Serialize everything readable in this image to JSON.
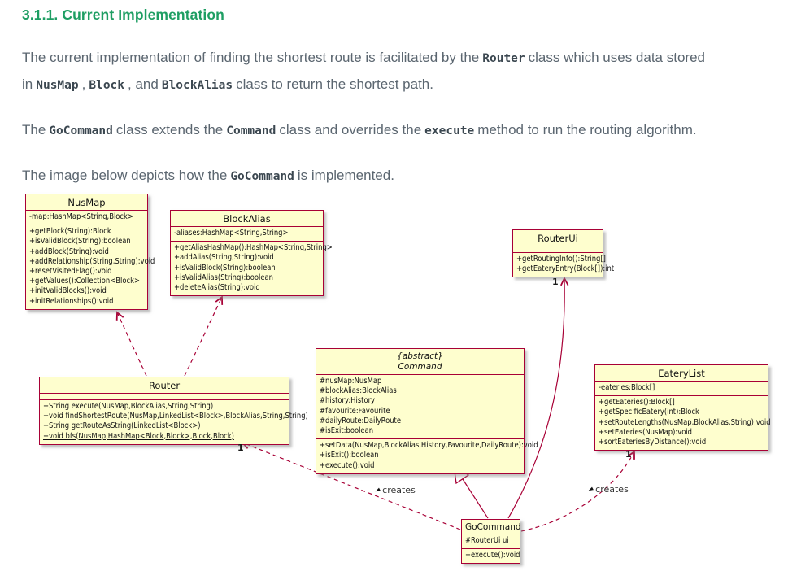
{
  "doc": {
    "heading": "3.1.1. Current Implementation",
    "p1": [
      "The current implementation of finding the shortest route is facilitated by the",
      "Router",
      "class which uses data stored in",
      "NusMap",
      ",",
      "Block",
      ", and",
      "BlockAlias",
      "class to return the shortest path."
    ],
    "p2": [
      "The",
      "GoCommand",
      "class extends the",
      "Command",
      "class and overrides the",
      "execute",
      "method to run the routing algorithm."
    ],
    "p3": [
      "The image below depicts how the",
      "GoCommand",
      "is implemented."
    ]
  },
  "colors": {
    "heading_green": "#1e9e63",
    "box_fill": "#FEFECE",
    "box_border": "#A80036",
    "body_text": "#5b6670"
  },
  "diagram": {
    "classes": [
      {
        "name": "NusMap",
        "attrs": [
          "-map:HashMap<String,Block>"
        ],
        "methods": [
          "+getBlock(String):Block",
          "+isValidBlock(String):boolean",
          "+addBlock(String):void",
          "+addRelationship(String,String):void",
          "+resetVisitedFlag():void",
          "+getValues():Collection<Block>",
          "+initValidBlocks():void",
          "+initRelationships():void"
        ]
      },
      {
        "name": "BlockAlias",
        "attrs": [
          "-aliases:HashMap<String,String>"
        ],
        "methods": [
          "+getAliasHashMap():HashMap<String,String>",
          "+addAlias(String,String):void",
          "+isValidBlock(String):boolean",
          "+isValidAlias(String):boolean",
          "+deleteAlias(String):void"
        ]
      },
      {
        "name": "RouterUi",
        "attrs": [],
        "methods": [
          "+getRoutingInfo():String[]",
          "+getEateryEntry(Block[]):int"
        ]
      },
      {
        "name": "Router",
        "attrs": [],
        "methods": [
          "+String execute(NusMap,BlockAlias,String,String)",
          "+void findShortestRoute(NusMap,LinkedList<Block>,BlockAlias,String,String)",
          "+String getRouteAsString(LinkedList<Block>)",
          "+void bfs(NusMap,HashMap<Block,Block>,Block,Block)"
        ]
      },
      {
        "stereotype": "{abstract}",
        "name": "Command",
        "attrs": [
          "#nusMap:NusMap",
          "#blockAlias:BlockAlias",
          "#history:History",
          "#favourite:Favourite",
          "#dailyRoute:DailyRoute",
          "#isExit:boolean"
        ],
        "methods": [
          "+setData(NusMap,BlockAlias,History,Favourite,DailyRoute):void",
          "+isExit():boolean",
          "+execute():void"
        ]
      },
      {
        "name": "EateryList",
        "attrs": [
          "-eateries:Block[]"
        ],
        "methods": [
          "+getEateries():Block[]",
          "+getSpecificEatery(int):Block",
          "+setRouteLengths(NusMap,BlockAlias,String):void",
          "+setEateries(NusMap):void",
          "+sortEateriesByDistance():void"
        ]
      },
      {
        "name": "GoCommand",
        "attrs": [
          "#RouterUi ui"
        ],
        "methods": [
          "+execute():void"
        ]
      }
    ],
    "labels": {
      "creates_left": "creates",
      "creates_right": "creates",
      "mult_router": "1",
      "mult_routerui": "1",
      "mult_eaterylist": "1"
    }
  }
}
